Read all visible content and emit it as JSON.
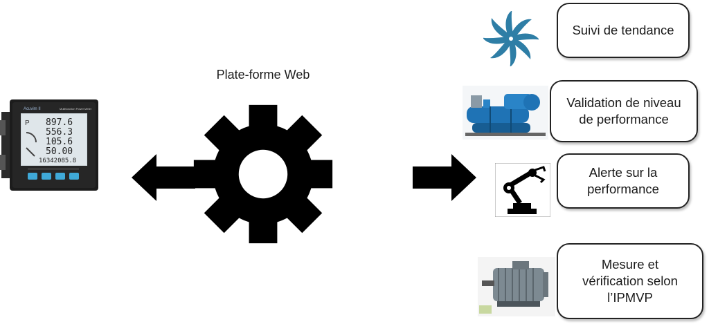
{
  "platform": {
    "label": "Plate-forme Web"
  },
  "meter": {
    "brand": "Acuvim II",
    "model": "Multifunction Power Meter",
    "readings": [
      "897.6",
      "556.3",
      "105.6",
      "50.00",
      "16342085.8"
    ]
  },
  "outputs": [
    {
      "label": "Suivi de tendance",
      "icon": "fan-icon"
    },
    {
      "label": "Validation de niveau\nde performance",
      "icon": "chiller-compressor-icon"
    },
    {
      "label": "Alerte sur la\nperformance",
      "icon": "robot-arm-icon"
    },
    {
      "label": "Mesure et\nvérification selon\nl’IPMVP",
      "icon": "electric-motor-icon"
    }
  ],
  "colors": {
    "fan": "#2e7ea6",
    "chiller": "#1f73b5",
    "gear": "#000000"
  }
}
